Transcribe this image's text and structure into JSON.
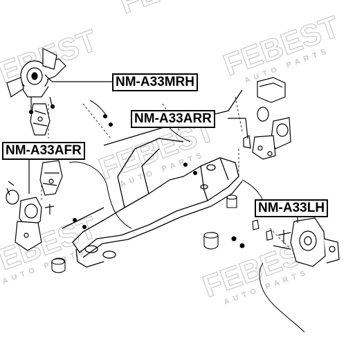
{
  "labels": {
    "mrh": "NM-A33MRH",
    "arr": "NM-A33ARR",
    "afr": "NM-A33AFR",
    "lh": "NM-A33LH"
  },
  "watermark": {
    "brand": "FEBEST",
    "tagline": "AUTO PARTS"
  },
  "colors": {
    "ink": "#000000",
    "watermark": "#c9c9c9",
    "background": "#ffffff"
  }
}
